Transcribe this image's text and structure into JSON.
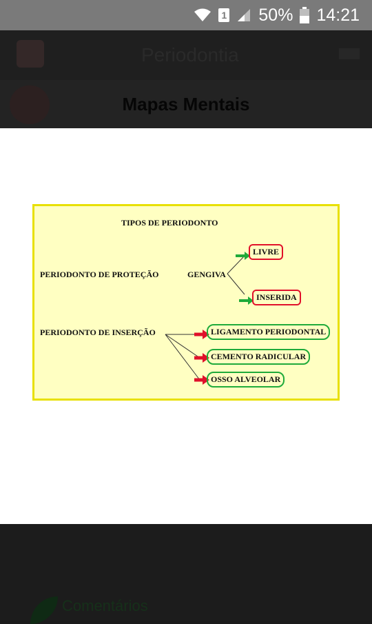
{
  "status_bar": {
    "sim_slot": "1",
    "battery_percent": "50%",
    "time": "14:21",
    "icons": [
      "wifi-icon",
      "signal-icon",
      "battery-icon"
    ]
  },
  "app_bar": {
    "title": "Periodontia"
  },
  "subheader": {
    "title": "Mapas Mentais"
  },
  "mind_map": {
    "title": "TIPOS DE PERIODONTO",
    "protection": {
      "label": "PERIODONTO DE PROTEÇÃO",
      "gengiva": "GENGIVA",
      "children": [
        "LIVRE",
        "INSERIDA"
      ]
    },
    "insertion": {
      "label": "PERIODONTO DE INSERÇÃO",
      "children": [
        "LIGAMENTO PERIODONTAL",
        "CEMENTO RADICULAR",
        "OSSO ALVEOLAR"
      ]
    },
    "colors": {
      "background": "#ffffc2",
      "border": "#e8e000",
      "green_arrow": "#1faa3a",
      "red_arrow": "#e0102a"
    }
  },
  "footer": {
    "comments_label": "Comentários"
  }
}
